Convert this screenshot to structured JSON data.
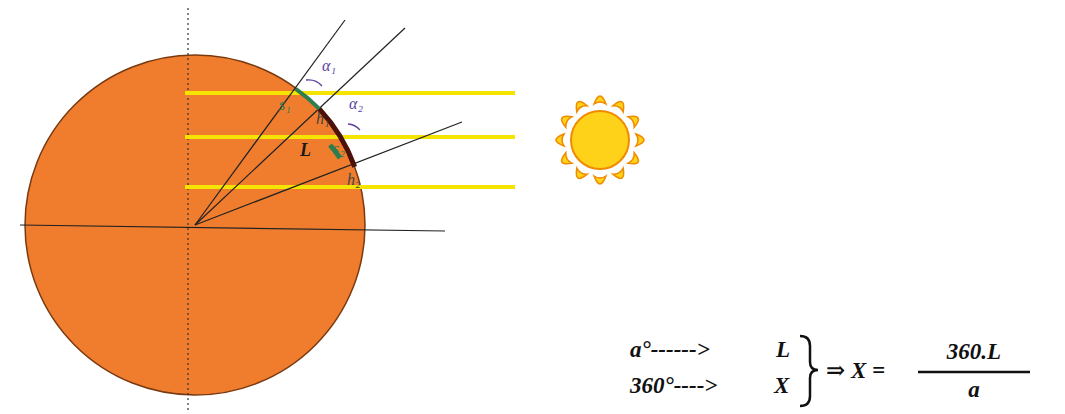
{
  "diagram": {
    "labels": [
      "α₁",
      "s₁",
      "h₁",
      "α₂",
      "L",
      "s₂",
      "h₂",
      "a°------>",
      "L",
      "360°---->",
      "X",
      "⇒ X =",
      "360.L",
      "a"
    ]
  }
}
